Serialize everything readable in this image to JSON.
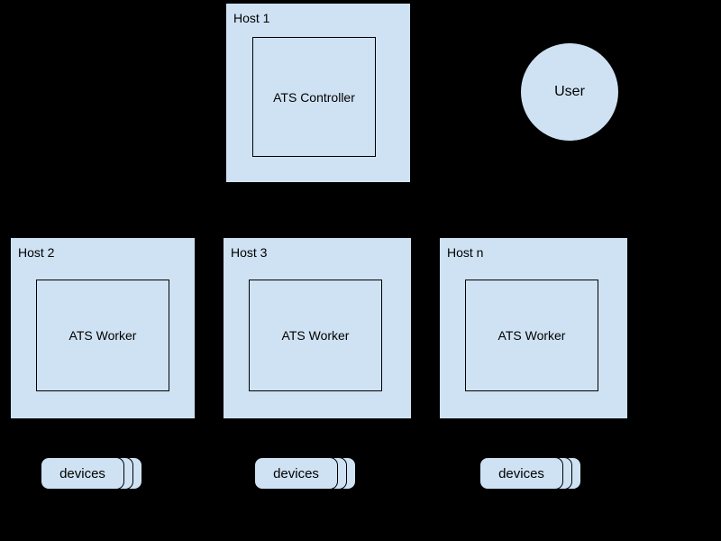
{
  "canvas": {
    "background_color": "#000000",
    "shape_fill_color": "#cfe2f3",
    "shape_border_color": "#000000",
    "text_color": "#000000"
  },
  "diagram": {
    "controller_host": {
      "label": "Host 1",
      "node": "ATS Controller"
    },
    "user": {
      "label": "User"
    },
    "worker_hosts": [
      {
        "label": "Host 2",
        "node": "ATS Worker",
        "devices": "devices"
      },
      {
        "label": "Host 3",
        "node": "ATS Worker",
        "devices": "devices"
      },
      {
        "label": "Host n",
        "node": "ATS Worker",
        "devices": "devices"
      }
    ]
  }
}
